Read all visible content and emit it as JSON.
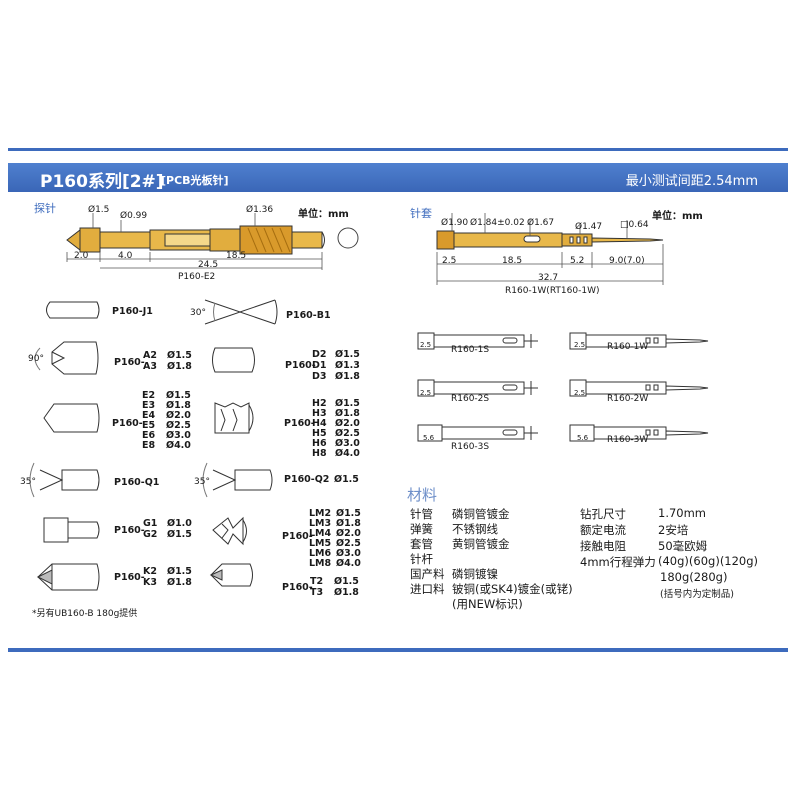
{
  "header": {
    "series": "P160系列[2#]",
    "type": "[PCB光板针]",
    "min_pitch": "最小测试间距2.54mm"
  },
  "probe": {
    "section_label": "探针",
    "unit": "单位：mm",
    "dia_a": "Ø1.5",
    "dia_b": "Ø0.99",
    "dia_c": "Ø1.36",
    "dim_tip": "2.0",
    "dim_mid": "4.0",
    "dim_body": "18.5",
    "dim_total": "24.5",
    "model": "P160-E2"
  },
  "receptacle": {
    "section_label": "针套",
    "unit": "单位：mm",
    "dia_a": "Ø1.90",
    "dia_b": "Ø1.84±0.02",
    "dia_c": "Ø1.67",
    "dia_d": "Ø1.47",
    "sq": "□0.64",
    "dim_a": "2.5",
    "dim_b": "18.5",
    "dim_c": "5.2",
    "dim_d": "9.0(7.0)",
    "dim_total": "32.7",
    "model": "R160-1W(RT160-1W)"
  },
  "tips": {
    "j1": "P160-J1",
    "b1": "P160-B1",
    "angle30": "30°",
    "angle90": "90°",
    "angle35a": "35°",
    "angle35b": "35°",
    "prefix_a": "P160-",
    "a_codes": [
      "A2",
      "A3"
    ],
    "a_dias": [
      "Ø1.5",
      "Ø1.8"
    ],
    "prefix_d": "P160-",
    "d_codes": [
      "D2",
      "D1",
      "D3"
    ],
    "d_dias": [
      "Ø1.5",
      "Ø1.3",
      "Ø1.8"
    ],
    "prefix_e": "P160-",
    "e_codes": [
      "E2",
      "E3",
      "E4",
      "E5",
      "E6",
      "E8"
    ],
    "e_dias": [
      "Ø1.5",
      "Ø1.8",
      "Ø2.0",
      "Ø2.5",
      "Ø3.0",
      "Ø4.0"
    ],
    "prefix_h": "P160-",
    "h_codes": [
      "H2",
      "H3",
      "H4",
      "H5",
      "H6",
      "H8"
    ],
    "h_dias": [
      "Ø1.5",
      "Ø1.8",
      "Ø2.0",
      "Ø2.5",
      "Ø3.0",
      "Ø4.0"
    ],
    "q1": "P160-Q1",
    "q2": "P160-Q2",
    "q2_dia": "Ø1.5",
    "prefix_g": "P160-",
    "g_codes": [
      "G1",
      "G2"
    ],
    "g_dias": [
      "Ø1.0",
      "Ø1.5"
    ],
    "prefix_lm": "P160-",
    "lm_codes": [
      "LM2",
      "LM3",
      "LM4",
      "LM5",
      "LM6",
      "LM8"
    ],
    "lm_dias": [
      "Ø1.5",
      "Ø1.8",
      "Ø2.0",
      "Ø2.5",
      "Ø3.0",
      "Ø4.0"
    ],
    "prefix_k": "P160-",
    "k_codes": [
      "K2",
      "K3"
    ],
    "k_dias": [
      "Ø1.5",
      "Ø1.8"
    ],
    "prefix_t": "P160-",
    "t_codes": [
      "T2",
      "T3"
    ],
    "t_dias": [
      "Ø1.5",
      "Ø1.8"
    ],
    "footnote": "*另有UB160-B 180g提供"
  },
  "receptacles": {
    "r1s": "R160-1S",
    "r1w": "R160-1W",
    "r2s": "R160-2S",
    "r2w": "R160-2W",
    "r3s": "R160-3S",
    "r3w": "R160-3W",
    "d1": "2.5",
    "d2": "2.5",
    "d3": "2.5",
    "d4": "2.5",
    "d5": "5.6",
    "d6": "5.6"
  },
  "materials": {
    "heading": "材料",
    "left": [
      {
        "k": "针管",
        "v": "磷铜管镀金"
      },
      {
        "k": "弹簧",
        "v": "不锈钢线"
      },
      {
        "k": "套管",
        "v": "黄铜管镀金"
      },
      {
        "k": "针杆",
        "v": ""
      },
      {
        "k": "国产料",
        "v": "磷铜镀镍"
      },
      {
        "k": "进口料",
        "v": "铍铜(或SK4)镀金(或铑)"
      }
    ],
    "left_note": "(用NEW标识)",
    "right": [
      {
        "k": "钻孔尺寸",
        "v": "1.70mm"
      },
      {
        "k": "额定电流",
        "v": "2安培"
      },
      {
        "k": "接触电阻",
        "v": "50毫欧姆"
      },
      {
        "k": "4mm行程弹力",
        "v": "(40g)(60g)(120g)"
      }
    ],
    "force2": "180g(280g)",
    "force_note": "(括号内为定制品)"
  }
}
